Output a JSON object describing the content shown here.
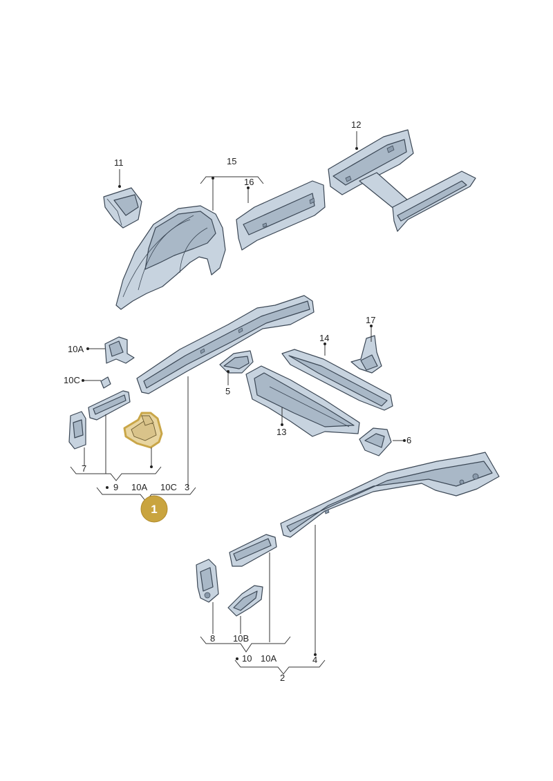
{
  "highlight_color": "#c9a43f",
  "labels": {
    "l11": "11",
    "l12": "12",
    "l15": "15",
    "l16": "16",
    "l10a_left": "10A",
    "l10c_left": "10C",
    "l17": "17",
    "l14": "14",
    "l5": "5",
    "l13": "13",
    "l6": "6",
    "l7": "7",
    "l9": "9",
    "l10a_group": "10A",
    "l10c_group": "10C",
    "l3": "3",
    "l8": "8",
    "l10b": "10B",
    "l10": "10",
    "l10a_bottom": "10A",
    "l4": "4",
    "l2": "2"
  },
  "badge": {
    "number": "1"
  }
}
